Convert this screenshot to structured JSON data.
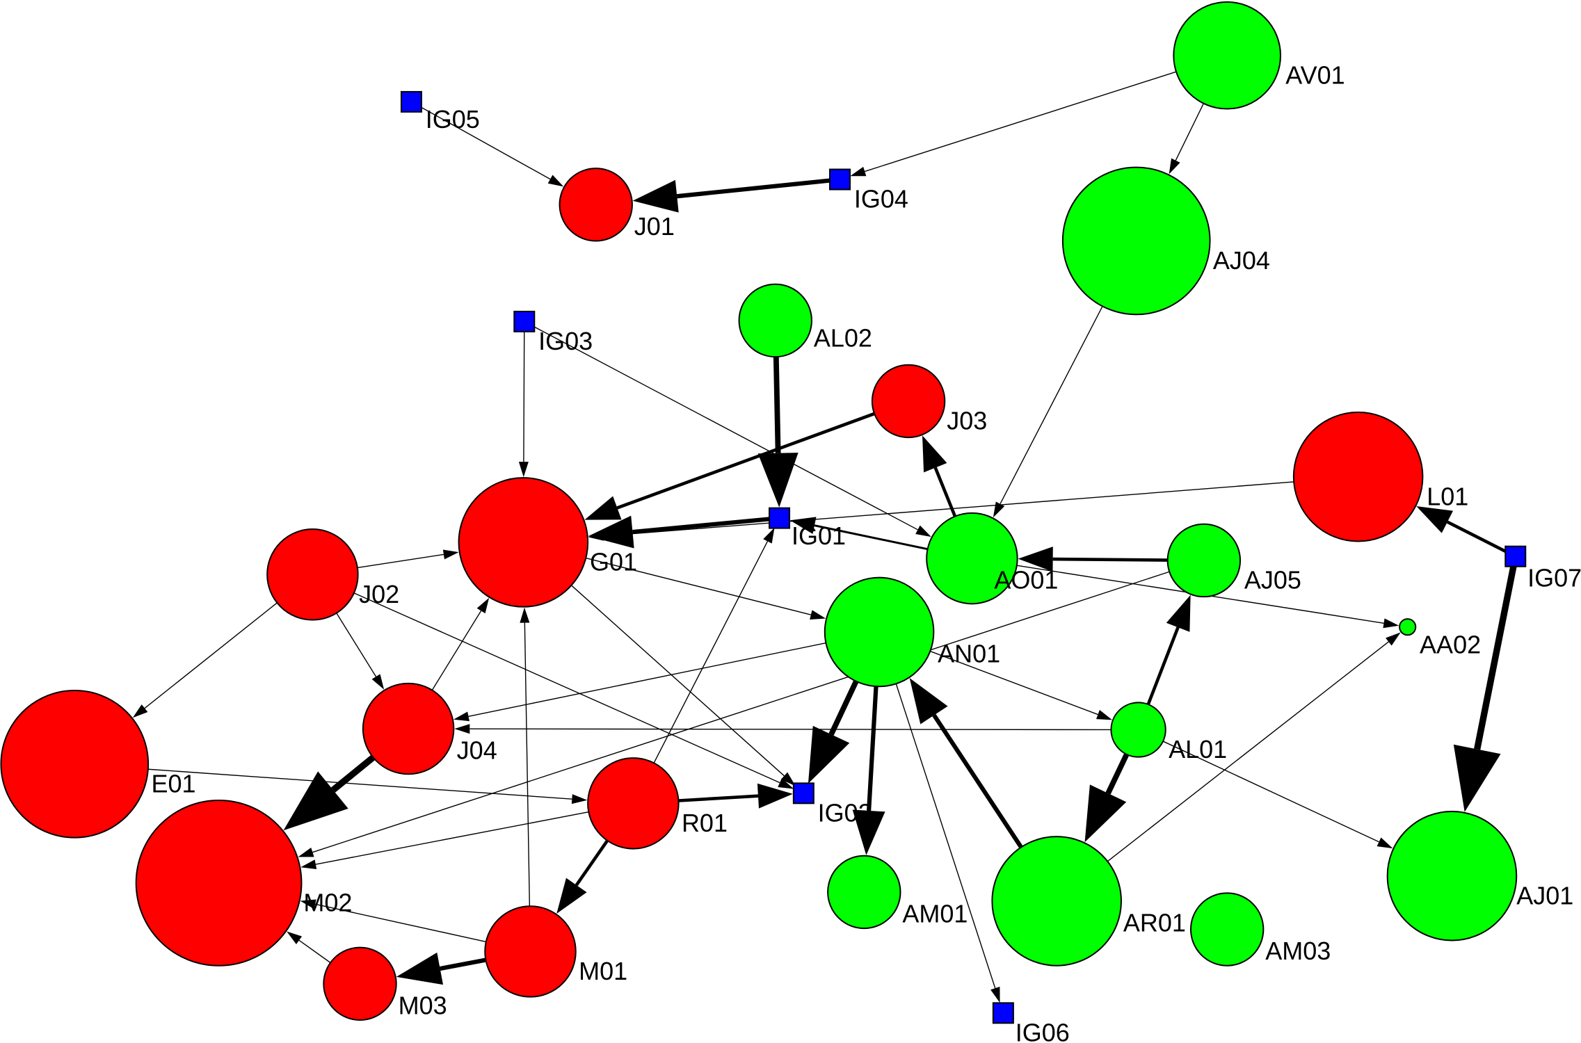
{
  "colors": {
    "red_node": "#ff0000",
    "green_node": "#00ff00",
    "blue_node": "#0000ff",
    "edge": "#000000",
    "background": "#ffffff"
  },
  "nodes": [
    {
      "id": "AV01",
      "label": "AV01",
      "shape": "circle",
      "color": "green"
    },
    {
      "id": "IG05",
      "label": "IG05",
      "shape": "square",
      "color": "blue"
    },
    {
      "id": "IG04",
      "label": "IG04",
      "shape": "square",
      "color": "blue"
    },
    {
      "id": "J01",
      "label": "J01",
      "shape": "circle",
      "color": "red"
    },
    {
      "id": "AJ04",
      "label": "AJ04",
      "shape": "circle",
      "color": "green"
    },
    {
      "id": "IG03",
      "label": "IG03",
      "shape": "square",
      "color": "blue"
    },
    {
      "id": "AL02",
      "label": "AL02",
      "shape": "circle",
      "color": "green"
    },
    {
      "id": "J03",
      "label": "J03",
      "shape": "circle",
      "color": "red"
    },
    {
      "id": "L01",
      "label": "L01",
      "shape": "circle",
      "color": "red"
    },
    {
      "id": "G01",
      "label": "G01",
      "shape": "circle",
      "color": "red"
    },
    {
      "id": "IG01",
      "label": "IG01",
      "shape": "square",
      "color": "blue"
    },
    {
      "id": "AO01",
      "label": "AO01",
      "shape": "circle",
      "color": "green"
    },
    {
      "id": "AJ05",
      "label": "AJ05",
      "shape": "circle",
      "color": "green"
    },
    {
      "id": "IG07",
      "label": "IG07",
      "shape": "square",
      "color": "blue"
    },
    {
      "id": "J02",
      "label": "J02",
      "shape": "circle",
      "color": "red"
    },
    {
      "id": "AN01",
      "label": "AN01",
      "shape": "circle",
      "color": "green"
    },
    {
      "id": "AA02",
      "label": "AA02",
      "shape": "circle",
      "color": "green"
    },
    {
      "id": "E01",
      "label": "E01",
      "shape": "circle",
      "color": "red"
    },
    {
      "id": "J04",
      "label": "J04",
      "shape": "circle",
      "color": "red"
    },
    {
      "id": "AL01",
      "label": "AL01",
      "shape": "circle",
      "color": "green"
    },
    {
      "id": "R01",
      "label": "R01",
      "shape": "circle",
      "color": "red"
    },
    {
      "id": "IG02",
      "label": "IG02",
      "shape": "square",
      "color": "blue"
    },
    {
      "id": "M02",
      "label": "M02",
      "shape": "circle",
      "color": "red"
    },
    {
      "id": "AM01",
      "label": "AM01",
      "shape": "circle",
      "color": "green"
    },
    {
      "id": "AR01",
      "label": "AR01",
      "shape": "circle",
      "color": "green"
    },
    {
      "id": "AM03",
      "label": "AM03",
      "shape": "circle",
      "color": "green"
    },
    {
      "id": "AJ01",
      "label": "AJ01",
      "shape": "circle",
      "color": "green"
    },
    {
      "id": "M01",
      "label": "M01",
      "shape": "circle",
      "color": "red"
    },
    {
      "id": "M03",
      "label": "M03",
      "shape": "circle",
      "color": "red"
    },
    {
      "id": "IG06",
      "label": "IG06",
      "shape": "square",
      "color": "blue"
    }
  ],
  "edges": [
    {
      "from": "AV01",
      "to": "IG04",
      "weight": 1
    },
    {
      "from": "AV01",
      "to": "AJ04",
      "weight": 1
    },
    {
      "from": "IG05",
      "to": "J01",
      "weight": 1
    },
    {
      "from": "IG04",
      "to": "J01",
      "weight": 4
    },
    {
      "from": "AJ04",
      "to": "AO01",
      "weight": 1
    },
    {
      "from": "IG03",
      "to": "G01",
      "weight": 1
    },
    {
      "from": "IG03",
      "to": "AO01",
      "weight": 1
    },
    {
      "from": "AL02",
      "to": "IG01",
      "weight": 5
    },
    {
      "from": "J03",
      "to": "G01",
      "weight": 3
    },
    {
      "from": "AO01",
      "to": "J03",
      "weight": 3
    },
    {
      "from": "AO01",
      "to": "IG01",
      "weight": 2
    },
    {
      "from": "IG01",
      "to": "G01",
      "weight": 4
    },
    {
      "from": "L01",
      "to": "G01",
      "weight": 1
    },
    {
      "from": "IG07",
      "to": "L01",
      "weight": 3
    },
    {
      "from": "IG07",
      "to": "AJ01",
      "weight": 6
    },
    {
      "from": "AJ05",
      "to": "AO01",
      "weight": 3
    },
    {
      "from": "AJ05",
      "to": "M02",
      "weight": 1
    },
    {
      "from": "AO01",
      "to": "AA02",
      "weight": 1
    },
    {
      "from": "J02",
      "to": "G01",
      "weight": 1
    },
    {
      "from": "J02",
      "to": "E01",
      "weight": 1
    },
    {
      "from": "J02",
      "to": "J04",
      "weight": 1
    },
    {
      "from": "J02",
      "to": "IG02",
      "weight": 1
    },
    {
      "from": "G01",
      "to": "AN01",
      "weight": 1
    },
    {
      "from": "G01",
      "to": "IG02",
      "weight": 1
    },
    {
      "from": "J04",
      "to": "G01",
      "weight": 1
    },
    {
      "from": "J04",
      "to": "M02",
      "weight": 6
    },
    {
      "from": "AN01",
      "to": "J04",
      "weight": 1
    },
    {
      "from": "AN01",
      "to": "IG02",
      "weight": 5
    },
    {
      "from": "AN01",
      "to": "AM01",
      "weight": 4
    },
    {
      "from": "AN01",
      "to": "IG06",
      "weight": 1
    },
    {
      "from": "AN01",
      "to": "AL01",
      "weight": 1
    },
    {
      "from": "AL01",
      "to": "J04",
      "weight": 1
    },
    {
      "from": "AL01",
      "to": "AJ05",
      "weight": 3
    },
    {
      "from": "AL01",
      "to": "AR01",
      "weight": 5
    },
    {
      "from": "AL01",
      "to": "AJ01",
      "weight": 1
    },
    {
      "from": "AR01",
      "to": "AN01",
      "weight": 4
    },
    {
      "from": "AR01",
      "to": "AA02",
      "weight": 1
    },
    {
      "from": "R01",
      "to": "IG01",
      "weight": 1
    },
    {
      "from": "R01",
      "to": "IG02",
      "weight": 3
    },
    {
      "from": "R01",
      "to": "M02",
      "weight": 1
    },
    {
      "from": "R01",
      "to": "M01",
      "weight": 3
    },
    {
      "from": "E01",
      "to": "R01",
      "weight": 1
    },
    {
      "from": "M01",
      "to": "G01",
      "weight": 1
    },
    {
      "from": "M01",
      "to": "M03",
      "weight": 4
    },
    {
      "from": "M01",
      "to": "M02",
      "weight": 1
    },
    {
      "from": "M03",
      "to": "M02",
      "weight": 1
    }
  ]
}
